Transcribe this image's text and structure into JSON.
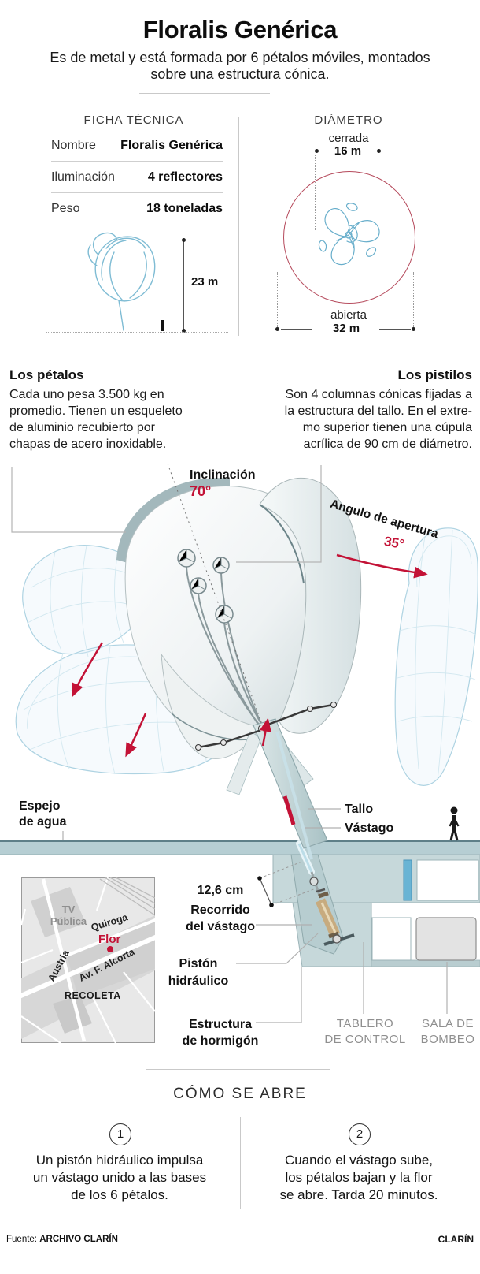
{
  "header": {
    "title": "Floralis Genérica",
    "subtitle": "Es de metal y está formada por 6 pétalos móviles, montados\nsobre una estructura cónica."
  },
  "tech_sheet": {
    "heading": "FICHA TÉCNICA",
    "rows": [
      {
        "label": "Nombre",
        "value": "Floralis Genérica"
      },
      {
        "label": "Iluminación",
        "value": "4 reflectores"
      },
      {
        "label": "Peso",
        "value": "18 toneladas"
      }
    ],
    "height_value": "23 m"
  },
  "diameter": {
    "heading": "DIÁMETRO",
    "closed_label": "cerrada",
    "closed_value": "16 m",
    "open_label": "abierta",
    "open_value": "32 m"
  },
  "notes": {
    "petals_heading": "Los pétalos",
    "petals_body": "Cada uno pesa 3.500 kg en\npromedio. Tienen un esqueleto\nde aluminio recubierto por\nchapas de acero inoxidable.",
    "pistils_heading": "Los pistilos",
    "pistils_body": "Son 4 columnas cónicas fijadas a\nla estructura del tallo. En el extre-\nmo superior tienen una cúpula\nacrílica de 90 cm de diámetro."
  },
  "diagram_labels": {
    "inclination_label": "Inclinación",
    "inclination_value": "70°",
    "aperture_label": "Angulo de apertura",
    "aperture_value": "35°",
    "water_mirror": "Espejo\nde agua",
    "stem": "Tallo",
    "rod": "Vástago",
    "rod_travel_value": "12,6 cm",
    "rod_travel_label": "Recorrido\ndel vástago",
    "piston": "Pistón\nhidráulico",
    "concrete": "Estructura\nde hormigón",
    "control_board": "TABLERO\nDE CONTROL",
    "pump_room": "SALA DE\nBOMBEO"
  },
  "map": {
    "tv_publica": "TV\nPública",
    "quiroga": "Quiroga",
    "flor": "Flor",
    "austria": "Austria",
    "alcorta": "Av. F. Alcorta",
    "recoleta": "RECOLETA"
  },
  "how_it_opens": {
    "heading": "CÓMO SE ABRE",
    "steps": [
      {
        "number": "1",
        "text": "Un pistón hidráulico impulsa\nun vástago unido a las bases\nde los 6 pétalos."
      },
      {
        "number": "2",
        "text": "Cuando el vástago sube,\nlos pétalos bajan y la flor\nse abre. Tarda 20 minutos."
      }
    ]
  },
  "footer": {
    "source_label": "Fuente:",
    "source_value": "ARCHIVO CLARÍN",
    "brand": "CLARÍN"
  },
  "colors": {
    "accent_red": "#c31236",
    "diameter_circle_red": "#b5495b",
    "blueprint_blue": "#7fbcd4",
    "concrete_teal": "#c6d8da"
  }
}
